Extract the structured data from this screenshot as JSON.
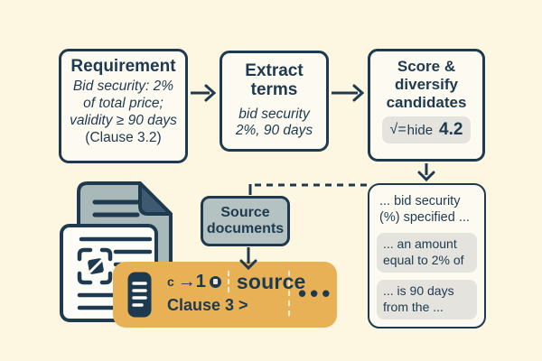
{
  "palette": {
    "background": "#fdf6e0",
    "navy": "#1e3a50",
    "box_fill": "#fcfaf1",
    "pill_gray": "#e4e3de",
    "source_box_gray": "#b5c2c2",
    "document_gray": "#a9b8b9",
    "fold_slate": "#3d5a70",
    "citation_orange": "#e9b156",
    "dash_cream": "#f7ecd2"
  },
  "flow": {
    "requirement": {
      "title": "Requirement",
      "body_lines": [
        "Bid security: 2%",
        "of total price;",
        "validity ≥ 90 days"
      ],
      "clause": "(Clause 3.2)"
    },
    "extract": {
      "title_lines": [
        "Extract",
        "terms"
      ],
      "body_lines": [
        "bid security",
        "2%, 90 days"
      ]
    },
    "score": {
      "title_lines": [
        "Score &",
        "diversify",
        "candidates"
      ],
      "badge": {
        "rubric_icon": "√=",
        "label": "hide",
        "value": "4.2"
      }
    }
  },
  "results": {
    "snippet_lines": [
      "... bid security",
      "(%) specified ..."
    ],
    "pills": {
      "pill1_lines": [
        "... an amount",
        "equal to 2% of"
      ],
      "pill2_lines": [
        "... is 90 days",
        "from the ..."
      ]
    }
  },
  "source_documents": {
    "label_lines": [
      "Source",
      "documents"
    ]
  },
  "citation_card": {
    "prefix": "c",
    "arrow_one": "→1",
    "word": "source",
    "clause": "Clause 3 >",
    "dots": "•••"
  },
  "icons": {
    "ellipsis": "•••",
    "citation_badge": "numbered-dot",
    "documents": "stacked-pages-with-selection",
    "card_document": "page-with-lines"
  }
}
